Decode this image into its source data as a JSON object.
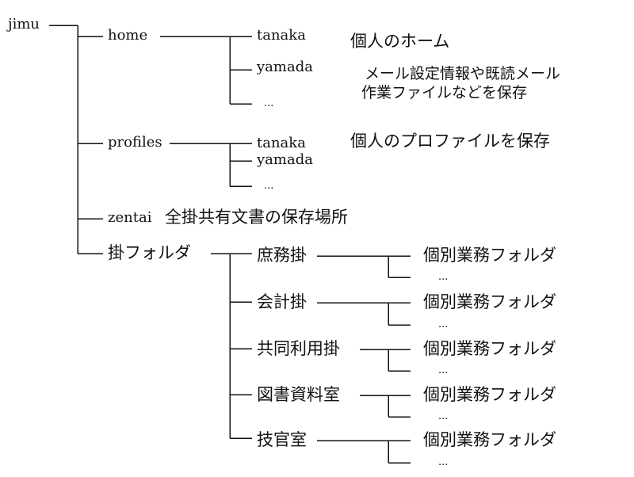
{
  "root": "jimu",
  "home": {
    "label": "home",
    "children": [
      "tanaka",
      "yamada",
      "..."
    ],
    "notes": [
      "個人のホーム",
      "メール設定情報や既読メール",
      "作業ファイルなどを保存"
    ]
  },
  "profiles": {
    "label": "profiles",
    "children": [
      "tanaka",
      "yamada",
      "..."
    ],
    "note": "個人のプロファイルを保存"
  },
  "zentai": {
    "label": "zentai",
    "note": "全掛共有文書の保存場所"
  },
  "kakari": {
    "label": "掛フォルダ",
    "groups": [
      {
        "name": "庶務掛",
        "folder": "個別業務フォルダ",
        "more": "..."
      },
      {
        "name": "会計掛",
        "folder": "個別業務フォルダ",
        "more": "..."
      },
      {
        "name": "共同利用掛",
        "folder": "個別業務フォルダ",
        "more": "..."
      },
      {
        "name": "図書資料室",
        "folder": "個別業務フォルダ",
        "more": "..."
      },
      {
        "name": "技官室",
        "folder": "個別業務フォルダ",
        "more": "..."
      }
    ]
  },
  "colors": {
    "line": "#111111",
    "text": "#111111",
    "background": "#ffffff"
  }
}
